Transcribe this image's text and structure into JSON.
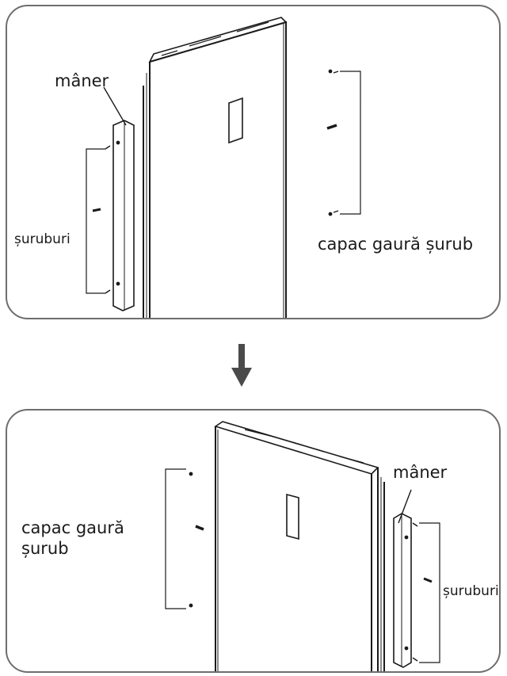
{
  "panel_top": {
    "handle_label": "mâner",
    "screws_label": "șuruburi",
    "cap_label": "capac gaură șurub"
  },
  "panel_bottom": {
    "handle_label": "mâner",
    "screws_label": "șuruburi",
    "cap_label_line1": "capac gaură",
    "cap_label_line2": "șurub"
  },
  "arrow_icon": "arrow-down-icon",
  "colors": {
    "line": "#1a1a1a",
    "panel_border": "#6e6e6e",
    "arrow": "#4a4a4a"
  }
}
